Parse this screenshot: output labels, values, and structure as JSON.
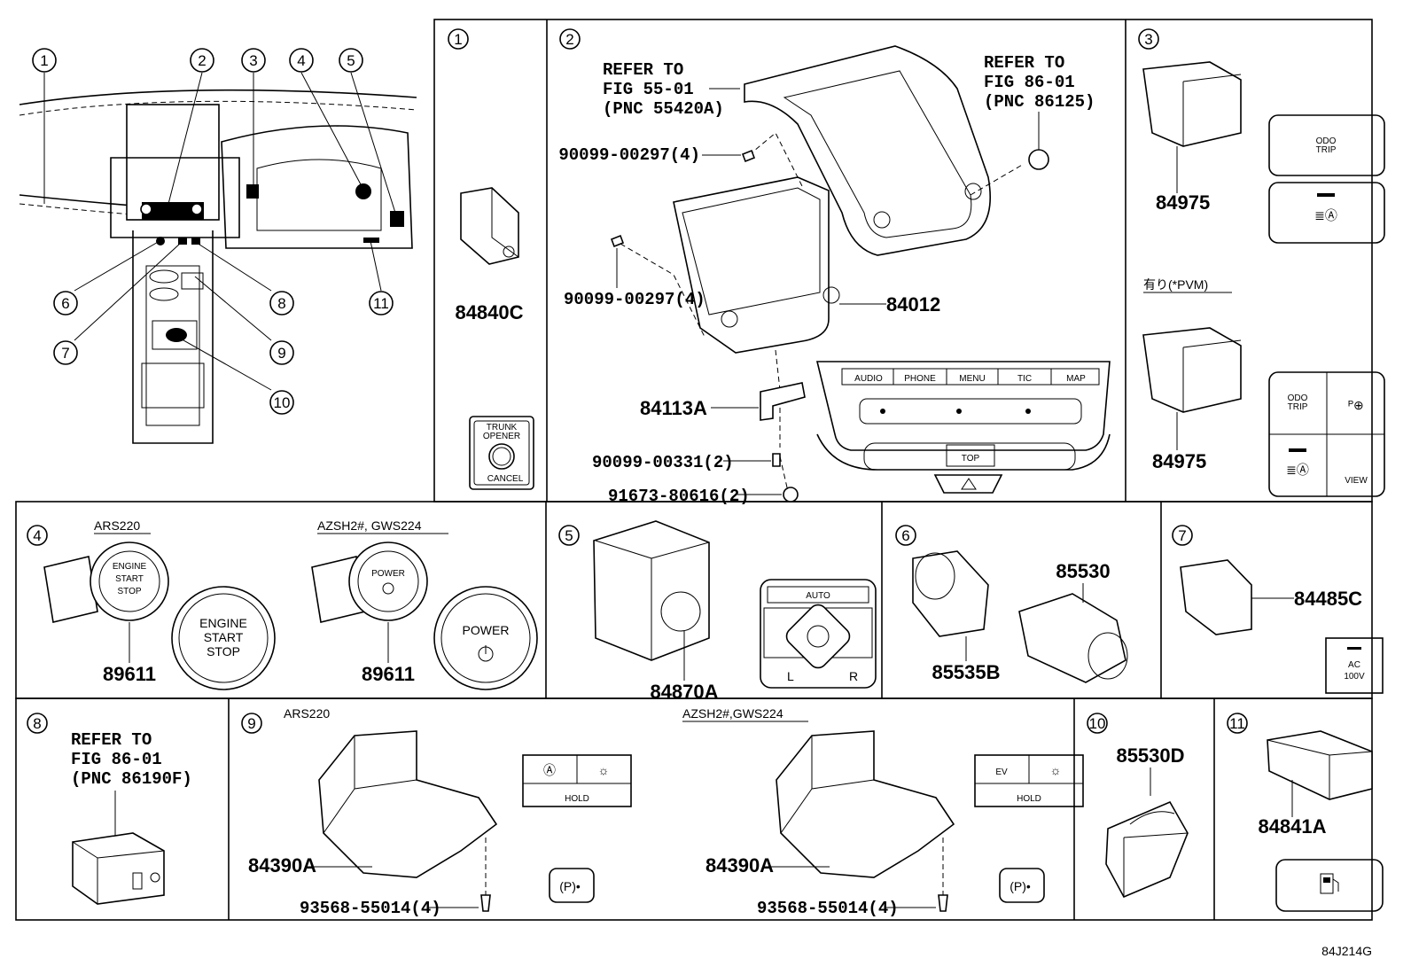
{
  "diagram_code": "84J214G",
  "overview_callouts": [
    "1",
    "2",
    "3",
    "4",
    "5",
    "6",
    "7",
    "8",
    "9",
    "10",
    "11"
  ],
  "panel1": {
    "num": "1",
    "part": "84840C",
    "switch_line1": "TRUNK",
    "switch_line2": "OPENER",
    "switch_cancel": "CANCEL"
  },
  "panel2": {
    "num": "2",
    "refer_left": [
      "REFER TO",
      "FIG 55-01",
      "(PNC 55420A)"
    ],
    "refer_right": [
      "REFER TO",
      "FIG 86-01",
      "(PNC 86125)"
    ],
    "bolt_top": "90099-00297(4)",
    "bolt_left": "90099-00297(4)",
    "unit": "84012",
    "bracket": "84113A",
    "screw1": "90099-00331(2)",
    "screw2": "91673-80616(2)",
    "buttons": [
      "AUDIO",
      "PHONE",
      "MENU",
      "TIC",
      "MAP"
    ],
    "top_label": "TOP"
  },
  "panel3": {
    "num": "3",
    "part_a": "84975",
    "part_b": "84975",
    "variant": "有り(*PVM)",
    "odo": "ODO",
    "trip": "TRIP",
    "view": "VIEW"
  },
  "panel4": {
    "num": "4",
    "model_a": "ARS220",
    "model_b": "AZSH2#, GWS224",
    "part_a": "89611",
    "part_b": "89611",
    "engine_1": "ENGINE",
    "engine_2": "START",
    "engine_3": "STOP",
    "power": "POWER"
  },
  "panel5": {
    "num": "5",
    "part": "84870A",
    "auto": "AUTO",
    "left": "L",
    "right": "R"
  },
  "panel6": {
    "num": "6",
    "part_a": "85530",
    "part_b": "85535B"
  },
  "panel7": {
    "num": "7",
    "part": "84485C",
    "ac": "AC",
    "v": "100V"
  },
  "panel8": {
    "num": "8",
    "refer": [
      "REFER TO",
      "FIG 86-01",
      "(PNC 86190F)"
    ]
  },
  "panel9": {
    "num": "9",
    "model_a": "ARS220",
    "model_b": "AZSH2#,GWS224",
    "part_a": "84390A",
    "part_b": "84390A",
    "bolt_a": "93568-55014(4)",
    "bolt_b": "93568-55014(4)",
    "ev": "EV",
    "hold": "HOLD"
  },
  "panel10": {
    "num": "10",
    "part": "85530D"
  },
  "panel11": {
    "num": "11",
    "part": "84841A"
  }
}
